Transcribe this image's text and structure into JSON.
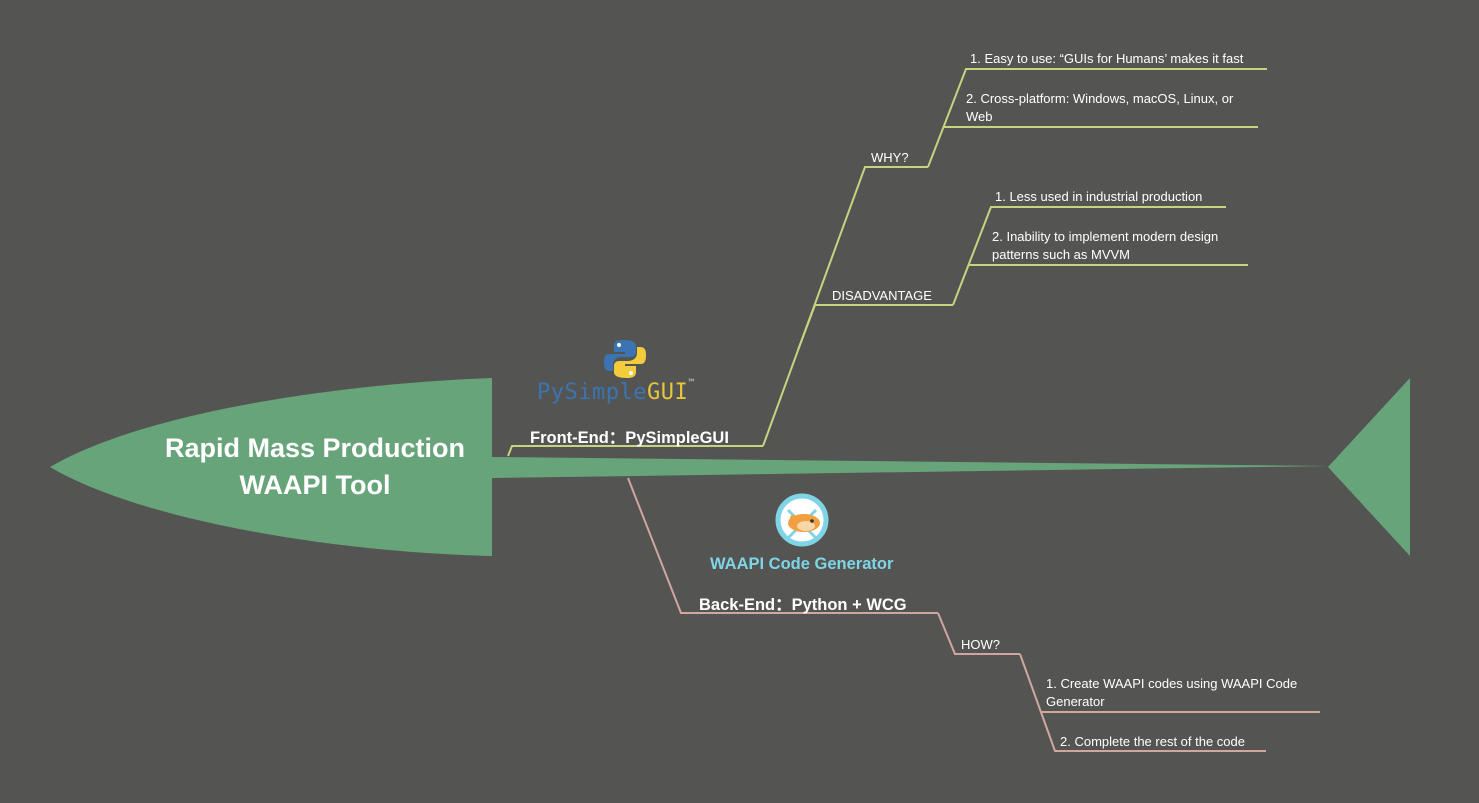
{
  "title": {
    "line1": "Rapid Mass Production",
    "line2": "WAAPI Tool"
  },
  "front_end": {
    "label": "Front-End：PySimpleGUI",
    "logo_text_main": "PySimple",
    "logo_text_accent": "GUI",
    "logo_tm": "™",
    "why": {
      "label": "WHY?",
      "items": [
        "1. Easy to use: “GUIs for Humans’ makes it fast",
        "2. Cross-platform: Windows, macOS, Linux, or Web"
      ]
    },
    "disadvantage": {
      "label": "DISADVANTAGE",
      "items": [
        "1. Less used in industrial production",
        "2. Inability to implement modern design patterns such as MVVM"
      ]
    }
  },
  "back_end": {
    "label": "Back-End：Python + WCG",
    "logo_text": "WAAPI Code Generator",
    "how": {
      "label": "HOW?",
      "items": [
        "1. Create WAAPI codes using WAAPI Code Generator",
        "2. Complete the rest of the code"
      ]
    }
  },
  "colors": {
    "background": "#545553",
    "fish": "#67a47a",
    "front_branch": "#c9d27e",
    "back_branch": "#cfa79f",
    "text": "#ffffff"
  },
  "icons": {
    "pysimplegui_logo": "python-snake-logo",
    "wcg_logo": "hamster-wheel-logo"
  }
}
